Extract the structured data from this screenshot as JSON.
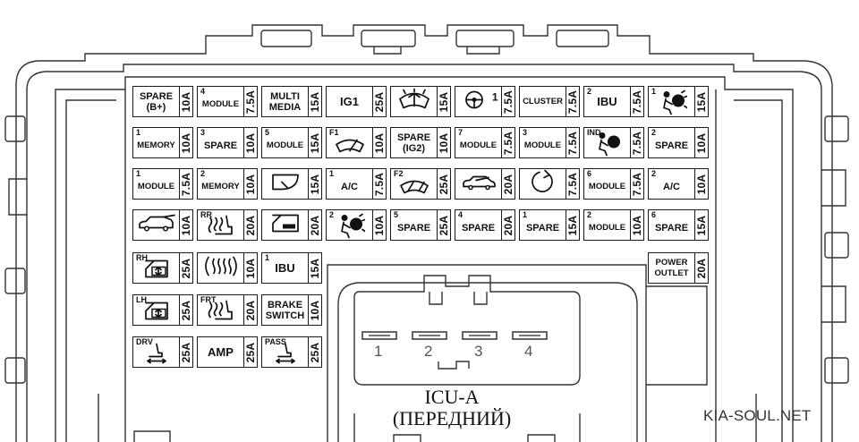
{
  "fuses": [
    {
      "id": "r1c1",
      "label": "SPARE\n(B+)",
      "amp": "10A"
    },
    {
      "id": "r1c2",
      "num": "4",
      "label": "MODULE",
      "amp": "7.5A",
      "low": true,
      "sm": true
    },
    {
      "id": "r1c3",
      "label": "MULTI\nMEDIA",
      "amp": "15A"
    },
    {
      "id": "r1c4",
      "label": "IG1",
      "amp": "25A",
      "big": true
    },
    {
      "id": "r1c5",
      "icon": "windshield-washer-icon",
      "amp": "15A"
    },
    {
      "id": "r1c6",
      "icon": "steering-wheel-icon",
      "iconText": "1",
      "amp": "7.5A"
    },
    {
      "id": "r1c7",
      "label": "CLUSTER",
      "amp": "7.5A",
      "sm": true
    },
    {
      "id": "r1c8",
      "num": "2",
      "label": "IBU",
      "amp": "7.5A",
      "big": true
    },
    {
      "id": "r1c9",
      "num": "1",
      "icon": "airbag-icon",
      "amp": "15A"
    },
    {
      "id": "r2c1",
      "num": "1",
      "label": "MEMORY",
      "amp": "10A",
      "low": true,
      "sm": true
    },
    {
      "id": "r2c2",
      "num": "3",
      "label": "SPARE",
      "amp": "10A",
      "low": true
    },
    {
      "id": "r2c3",
      "num": "5",
      "label": "MODULE",
      "amp": "15A",
      "low": true,
      "sm": true
    },
    {
      "id": "r2c4",
      "num": "F1",
      "icon": "front-wiper-icon",
      "amp": "10A"
    },
    {
      "id": "r2c5",
      "label": "SPARE\n(IG2)",
      "amp": "10A"
    },
    {
      "id": "r2c6",
      "num": "7",
      "label": "MODULE",
      "amp": "7.5A",
      "low": true,
      "sm": true
    },
    {
      "id": "r2c7",
      "num": "3",
      "label": "MODULE",
      "amp": "7.5A",
      "low": true,
      "sm": true
    },
    {
      "id": "r2c8",
      "num": "IND",
      "icon": "airbag-indicator-icon",
      "amp": "7.5A"
    },
    {
      "id": "r2c9",
      "num": "2",
      "label": "SPARE",
      "amp": "10A",
      "low": true
    },
    {
      "id": "r3c1",
      "num": "1",
      "label": "MODULE",
      "amp": "7.5A",
      "low": true,
      "sm": true
    },
    {
      "id": "r3c2",
      "num": "2",
      "label": "MEMORY",
      "amp": "10A",
      "low": true,
      "sm": true
    },
    {
      "id": "r3c3",
      "icon": "mirror-icon",
      "amp": "15A"
    },
    {
      "id": "r3c4",
      "num": "1",
      "label": "A/C",
      "amp": "7.5A",
      "low": true
    },
    {
      "id": "r3c5",
      "num": "F2",
      "icon": "wiper-icon",
      "amp": "25A"
    },
    {
      "id": "r3c6",
      "icon": "sunroof-icon",
      "amp": "20A"
    },
    {
      "id": "r3c7",
      "icon": "circle-arrow-icon",
      "amp": "7.5A"
    },
    {
      "id": "r3c8",
      "num": "6",
      "label": "MODULE",
      "amp": "7.5A",
      "low": true,
      "sm": true
    },
    {
      "id": "r3c9",
      "num": "2",
      "label": "A/C",
      "amp": "10A",
      "low": true
    },
    {
      "id": "r4c1",
      "icon": "tailgate-icon",
      "amp": "10A"
    },
    {
      "id": "r4c2",
      "num": "RR",
      "icon": "heated-seat-icon",
      "amp": "20A"
    },
    {
      "id": "r4c3",
      "icon": "door-lock-icon",
      "amp": "20A"
    },
    {
      "id": "r4c4",
      "num": "2",
      "icon": "airbag-icon",
      "amp": "10A"
    },
    {
      "id": "r4c5",
      "num": "5",
      "label": "SPARE",
      "amp": "25A",
      "low": true
    },
    {
      "id": "r4c6",
      "num": "4",
      "label": "SPARE",
      "amp": "20A",
      "low": true
    },
    {
      "id": "r4c7",
      "num": "1",
      "label": "SPARE",
      "amp": "15A",
      "low": true
    },
    {
      "id": "r4c8",
      "num": "2",
      "label": "MODULE",
      "amp": "10A",
      "low": true,
      "sm": true
    },
    {
      "id": "r4c9",
      "num": "6",
      "label": "SPARE",
      "amp": "15A",
      "low": true
    },
    {
      "id": "r5c1",
      "num": "RH",
      "icon": "power-window-icon",
      "amp": "25A"
    },
    {
      "id": "r5c2",
      "icon": "rear-defogger-icon",
      "amp": "10A"
    },
    {
      "id": "r5c3",
      "num": "1",
      "label": "IBU",
      "amp": "15A",
      "big": true
    },
    {
      "id": "r5c9",
      "label": "POWER\nOUTLET",
      "amp": "20A",
      "sm": true
    },
    {
      "id": "r6c1",
      "num": "LH",
      "icon": "power-window-icon",
      "amp": "25A"
    },
    {
      "id": "r6c2",
      "num": "FRT",
      "icon": "heated-seat-icon",
      "amp": "20A"
    },
    {
      "id": "r6c3",
      "label": "BRAKE\nSWITCH",
      "amp": "10A"
    },
    {
      "id": "r7c1",
      "num": "DRV",
      "icon": "seat-adjust-icon",
      "amp": "25A"
    },
    {
      "id": "r7c2",
      "label": "AMP",
      "amp": "25A",
      "big": true
    },
    {
      "id": "r7c3",
      "num": "PASS",
      "icon": "seat-adjust-icon",
      "amp": "25A"
    }
  ],
  "connector": {
    "pins": [
      "1",
      "2",
      "3",
      "4"
    ]
  },
  "caption": {
    "line1": "ICU-A",
    "line2": "(ПЕРЕДНИЙ)"
  },
  "watermark": "KIA-SOUL.NET"
}
